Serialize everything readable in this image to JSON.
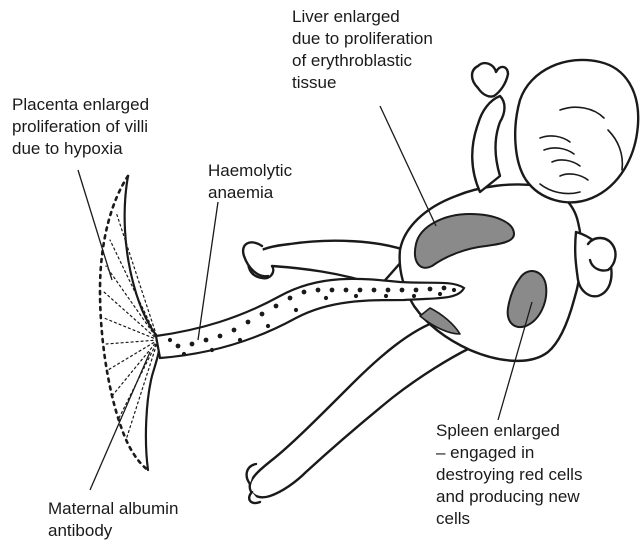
{
  "labels": {
    "liver": [
      "Liver enlarged",
      "due to proliferation",
      "of erythroblastic",
      "tissue"
    ],
    "placenta": [
      "Placenta enlarged",
      "proliferation of villi",
      "due to hypoxia"
    ],
    "haemolytic": [
      "Haemolytic",
      "anaemia"
    ],
    "spleen": [
      "Spleen enlarged",
      "– engaged in",
      "destroying red cells",
      "and producing new",
      "cells"
    ],
    "maternal": [
      "Maternal albumin",
      "antibody"
    ]
  }
}
